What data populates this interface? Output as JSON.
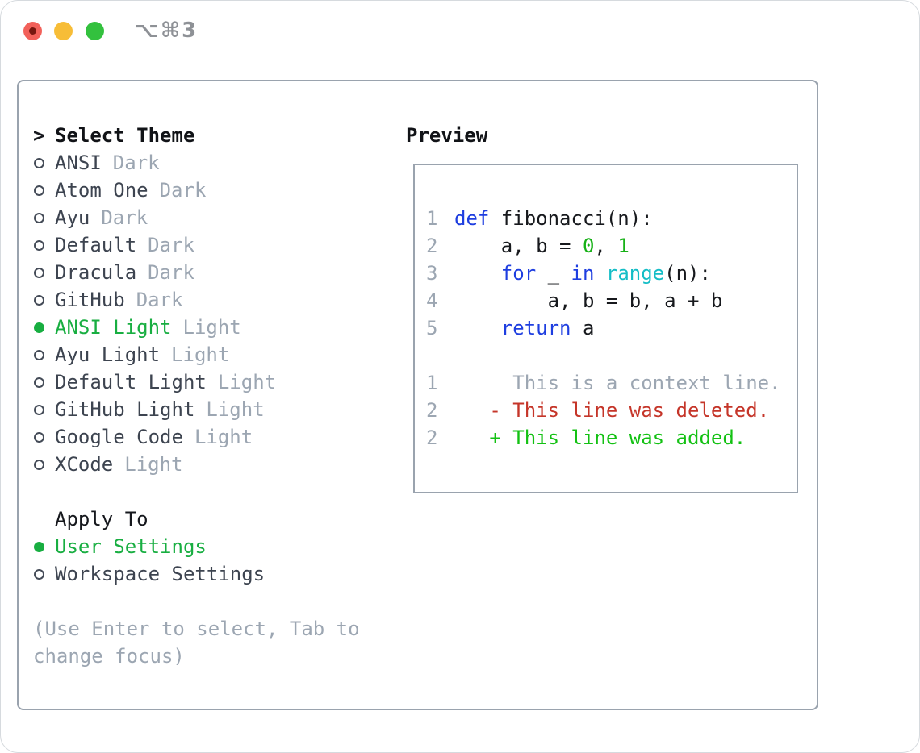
{
  "titlebar": {
    "title": "⌥⌘3"
  },
  "colors": {
    "green": "#18ae41",
    "muted": "#9ca6b2",
    "kw": "#1e3ee0",
    "lit": "#17b117",
    "fn": "#14bdc6",
    "del": "#c53529",
    "add": "#13c113",
    "tl-red": "#f2615a",
    "tl-yellow": "#f7bd37",
    "tl-green": "#33c13e"
  },
  "theme_panel": {
    "header_prompt": ">",
    "header": "Select Theme",
    "themes": [
      {
        "name": "ANSI",
        "variant": "Dark",
        "selected": false
      },
      {
        "name": "Atom One",
        "variant": "Dark",
        "selected": false
      },
      {
        "name": "Ayu",
        "variant": "Dark",
        "selected": false
      },
      {
        "name": "Default",
        "variant": "Dark",
        "selected": false
      },
      {
        "name": "Dracula",
        "variant": "Dark",
        "selected": false
      },
      {
        "name": "GitHub",
        "variant": "Dark",
        "selected": false
      },
      {
        "name": "ANSI Light",
        "variant": "Light",
        "selected": true
      },
      {
        "name": "Ayu Light",
        "variant": "Light",
        "selected": false
      },
      {
        "name": "Default Light",
        "variant": "Light",
        "selected": false
      },
      {
        "name": "GitHub Light",
        "variant": "Light",
        "selected": false
      },
      {
        "name": "Google Code",
        "variant": "Light",
        "selected": false
      },
      {
        "name": "XCode",
        "variant": "Light",
        "selected": false
      }
    ],
    "apply_to": {
      "header": "Apply To",
      "options": [
        {
          "label": "User Settings",
          "selected": true
        },
        {
          "label": "Workspace Settings",
          "selected": false
        }
      ]
    },
    "help_lines": [
      "(Use Enter to select, Tab to",
      "change focus)"
    ]
  },
  "preview": {
    "header": "Preview",
    "lines": [
      {
        "num": "1",
        "segments": [
          [
            "def",
            "kw"
          ],
          [
            " fibonacci(n):",
            "pl"
          ]
        ]
      },
      {
        "num": "2",
        "segments": [
          [
            "    a, b = ",
            "pl"
          ],
          [
            "0",
            "lit"
          ],
          [
            ", ",
            "pl"
          ],
          [
            "1",
            "lit"
          ]
        ]
      },
      {
        "num": "3",
        "segments": [
          [
            "    ",
            "pl"
          ],
          [
            "for",
            "kw"
          ],
          [
            " _ ",
            "pl"
          ],
          [
            "in",
            "kw"
          ],
          [
            " ",
            "pl"
          ],
          [
            "range",
            "fn"
          ],
          [
            "(n):",
            "pl"
          ]
        ]
      },
      {
        "num": "4",
        "segments": [
          [
            "        a, b = b, a + b",
            "pl"
          ]
        ]
      },
      {
        "num": "5",
        "segments": [
          [
            "    ",
            "pl"
          ],
          [
            "return",
            "kw"
          ],
          [
            " a",
            "pl"
          ]
        ]
      },
      {
        "num": "",
        "segments": []
      },
      {
        "num": "1",
        "segments": [
          [
            "     This is a context line.",
            "ctx"
          ]
        ]
      },
      {
        "num": "2",
        "segments": [
          [
            "   ",
            "pl"
          ],
          [
            "- This line was deleted.",
            "del"
          ]
        ]
      },
      {
        "num": "2",
        "segments": [
          [
            "   ",
            "pl"
          ],
          [
            "+ This line was added.",
            "add"
          ]
        ]
      }
    ]
  }
}
